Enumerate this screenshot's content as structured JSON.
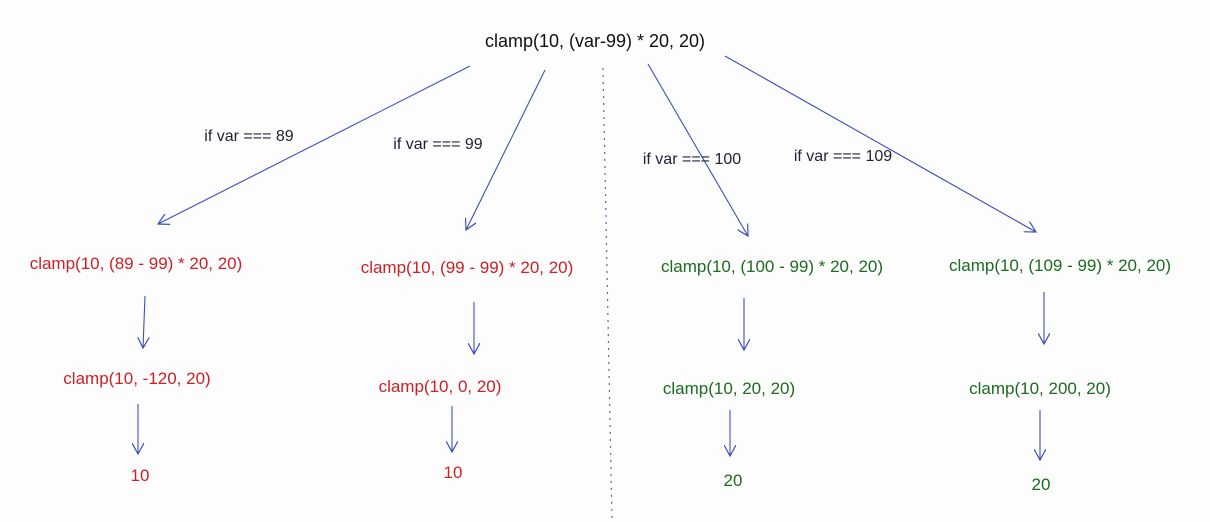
{
  "root": "clamp(10, (var-99) * 20, 20)",
  "colors": {
    "arrow": "#3d4fb8",
    "divider": "#5566aa",
    "red": "#cc1f26",
    "green": "#1c6b1f"
  },
  "branches": [
    {
      "condition": "if var === 89",
      "step1": "clamp(10, (89 - 99) * 20, 20)",
      "step2": "clamp(10, -120, 20)",
      "result": "10",
      "color": "red"
    },
    {
      "condition": "if var === 99",
      "step1": "clamp(10, (99 - 99) * 20, 20)",
      "step2": "clamp(10, 0, 20)",
      "result": "10",
      "color": "red"
    },
    {
      "condition": "if var === 100",
      "step1": "clamp(10, (100 - 99) * 20, 20)",
      "step2": "clamp(10, 20, 20)",
      "result": "20",
      "color": "green"
    },
    {
      "condition": "if var === 109",
      "step1": "clamp(10, (109 - 99) * 20, 20)",
      "step2": "clamp(10, 200, 20)",
      "result": "20",
      "color": "green"
    }
  ]
}
